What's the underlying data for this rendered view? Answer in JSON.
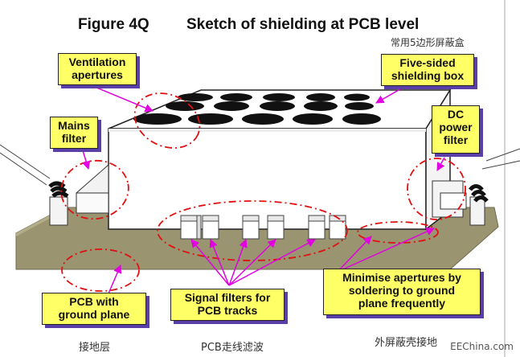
{
  "figure": {
    "number": "Figure 4Q",
    "title": "Sketch of shielding at PCB level"
  },
  "labels": {
    "ventilation": "Ventilation\napertures",
    "five_sided": "Five-sided\nshielding box",
    "mains": "Mains\nfilter",
    "dc": "DC\npower\nfilter",
    "pcb_ground": "PCB with\nground plane",
    "signal": "Signal filters for\nPCB tracks",
    "minimise": "Minimise apertures by\nsoldering to ground\nplane frequently"
  },
  "captions_cn": {
    "five_sided_cn": "常用5边形屏蔽盒",
    "ground_cn": "接地层",
    "tracks_cn": "PCB走线滤波",
    "shell_cn": "外屏蔽壳接地"
  },
  "watermark": "EEChina.com",
  "colors": {
    "pcb": "#9b9471",
    "label_bg": "#ffff66",
    "label_shadow": "#5b3fa8",
    "arrow": "#e000e0",
    "ellipse": "#e01010"
  }
}
